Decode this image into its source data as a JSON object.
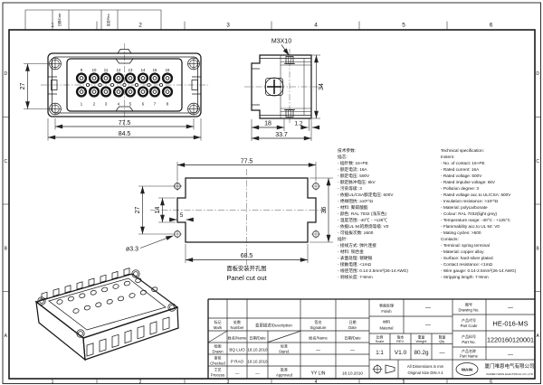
{
  "sheet": {
    "grid_top": [
      "1",
      "2",
      "3",
      "4",
      "5",
      "6"
    ],
    "grid_bottom": [
      "1",
      "2",
      "3",
      "4",
      "5",
      "6"
    ],
    "grid_left": [
      "D",
      "C",
      "B",
      "A"
    ],
    "grid_right": [
      "D",
      "C",
      "B",
      "A"
    ],
    "rev_strip": {
      "col_a": "日期/Date",
      "col_b": "变更/Rev."
    }
  },
  "views": {
    "front": {
      "pins_top": [
        "9",
        "10",
        "11",
        "12",
        "13",
        "14",
        "15",
        "16"
      ],
      "pins_bottom": [
        "1",
        "2",
        "3",
        "4",
        "5",
        "6",
        "7",
        "8"
      ],
      "dim_screw_v": "27",
      "dim_screw_h": "77.5",
      "dim_width": "84.5"
    },
    "side": {
      "screw_label": "M3X10",
      "dim_height": "34",
      "dim_flange": "18",
      "dim_lip": "1.2",
      "dim_depth": "33.7"
    },
    "cutout": {
      "dim_width_outer": "77.5",
      "dim_holes_v": "27",
      "dim_notch_h": "14",
      "dim_notch_d": "5",
      "dim_height": "36",
      "dim_width_inner": "68.5",
      "hole_label": "ø3.3",
      "caption_zh": "面板安装开孔图",
      "caption_en": "Panel cut out"
    }
  },
  "specs_zh": {
    "lines": [
      "技术参数:",
      "插芯:",
      "- 插针数: 16+PE",
      "- 额定电流: 16A",
      "- 额定电压: 500V",
      "- 额定脉冲电压: 6kV",
      "- 污染等级: 3",
      "- 依据UL/CSA额定电压: 600V",
      "- 绝缘阻抗: ≥10¹⁰Ω",
      "- 材料: 聚碳酸酯",
      "- 颜色: RAL 7032 (浅灰色)",
      "- 温度范围: -40℃ - +125℃",
      "- 依据UL 94的燃烧等级: V0",
      "- 可插拔次数: ≥500",
      "插针:",
      "- 接线方式: 弹片连接",
      "- 材料: 铜合金",
      "- 表面处理: 镀硬银",
      "- 接触电阻: <1mΩ",
      "- 线径范围: 0.14-2.5mm²(26-14 AWG)",
      "- 剥线长度: 7-9mm"
    ]
  },
  "specs_en": {
    "lines": [
      "Technical specification:",
      "Insters:",
      "- No. of contact: 16+PE",
      "- Rated current: 16A",
      "- Rated voltage: 500V",
      "- Rated impulse voltage: 6kV",
      "- Pollution degree: 3",
      "- Rated voltage acc.to UL/CSA: 600V",
      "- Insulation resistance: >10¹⁰Ω",
      "- Material: polycarbonate",
      "- Colour: RAL 7032(light grey)",
      "- Temperature range: -40°C - +125°C",
      "- Flammability acc.to UL 94: V0",
      "- Mating cycles: >500",
      "Contacts:",
      "- Terminal: spring terminal",
      "- Material: copper alloy",
      "- Surface: hard-silver plated",
      "- Contact resistance: <1mΩ",
      "- Wire gauge: 0.14-2.5mm²(26-14 AWG)",
      "- Stripping length: 7-9mm"
    ]
  },
  "tb": {
    "mark": {
      "zh": "标记",
      "en": "Mark"
    },
    "number": {
      "zh": "处数",
      "en": "Number"
    },
    "description": "变更描述/Description",
    "signature": {
      "zh": "签名",
      "en": "Signature"
    },
    "date": {
      "zh": "日期",
      "en": "Date"
    },
    "name_hdr": "姓名/Name",
    "date_hdr": "日期/Date",
    "drawn": {
      "zh": "绘图",
      "en": "Drawn",
      "name": "BQ LUO",
      "date": "18.10.2010"
    },
    "checked": {
      "zh": "审核",
      "en": "Checked",
      "name": "P RAO",
      "date": "18.10.2010"
    },
    "process": {
      "zh": "工艺",
      "en": "Process",
      "name": "—",
      "date": "—"
    },
    "stand": {
      "zh": "标准",
      "en": "Stand.",
      "name": "—",
      "date": "—"
    },
    "approved": {
      "zh": "批准",
      "en": "Approved",
      "name": "YY LIN",
      "date": "18.10.2010"
    },
    "finish": {
      "zh": "表面处理",
      "en": "Finish",
      "value": "—"
    },
    "material": {
      "zh": "材料",
      "en": "Material",
      "value": "—"
    },
    "scale": {
      "zh": "比例",
      "en": "Scale",
      "value": "1:1"
    },
    "rev": {
      "zh": "版本",
      "en": "REV.",
      "value": "V1.0"
    },
    "weight": {
      "zh": "重量",
      "en": "Weight",
      "value": "80.2g"
    },
    "qty": {
      "zh": "数量",
      "en": "Qty.",
      "value": "—"
    },
    "note1": "All Dimensions in mm",
    "note2": "Original Size DIN A 4",
    "drawing_no": {
      "zh": "图号",
      "en": "Drawing No.",
      "value": "—"
    },
    "part_code": {
      "zh": "产品代号",
      "en": "Part Code",
      "value": "HE-016-MS"
    },
    "part_no": {
      "zh": "产品料号",
      "en": "Part No.",
      "value": "1220160120001"
    },
    "part_name": {
      "zh": "产品名称",
      "en": "Part Name",
      "value": "—"
    },
    "company": {
      "logo": "WAIN",
      "zh": "厦门唯恩电气有限公司",
      "en": "XIAMEN WAIN ELECTRICAL CO.,LTD"
    }
  }
}
